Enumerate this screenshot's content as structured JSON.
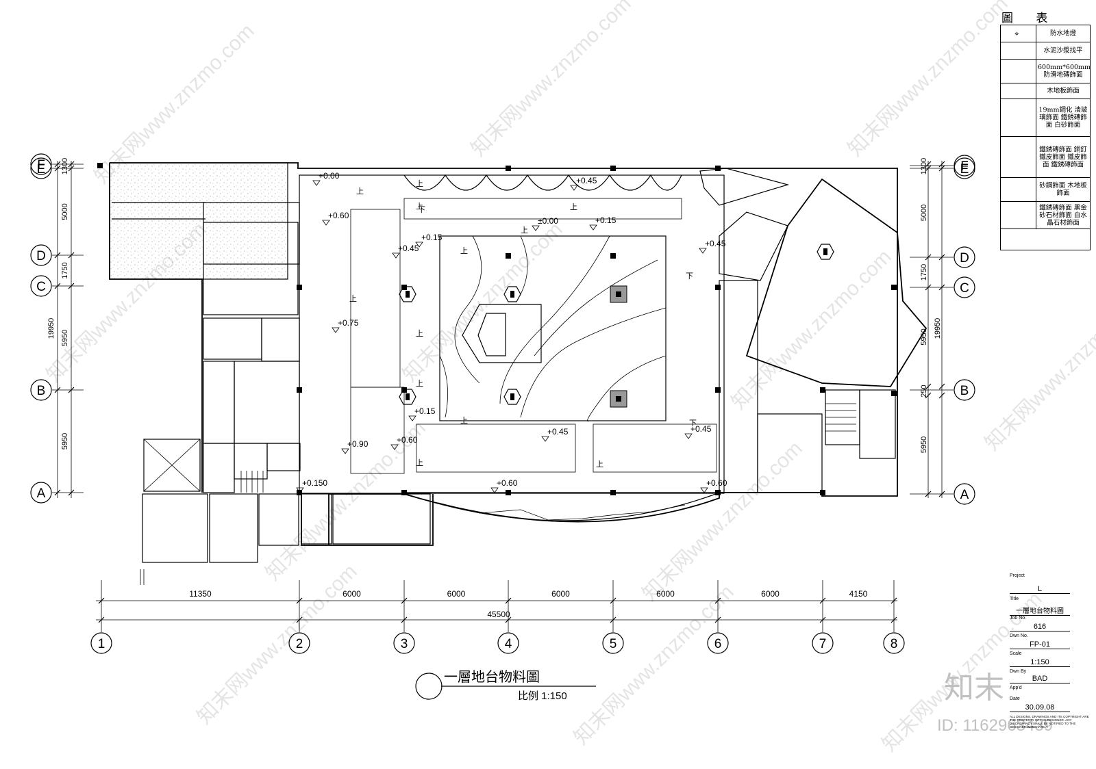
{
  "drawing": {
    "title": "一層地台物料圖",
    "scale_label": "比例  1:150"
  },
  "grid_rows": [
    "F",
    "E",
    "D",
    "C",
    "B",
    "A"
  ],
  "grid_cols": [
    "1",
    "2",
    "3",
    "4",
    "5",
    "6",
    "7",
    "8"
  ],
  "dims_bottom": [
    "11350",
    "6000",
    "6000",
    "6000",
    "6000",
    "6000",
    "4150"
  ],
  "dim_total": "45500",
  "dims_left": [
    "1300",
    "5000",
    "1750",
    "5950",
    "5950"
  ],
  "dim_left_total": "19950",
  "dims_right": [
    "1300",
    "5000",
    "1750",
    "5950",
    "250",
    "5950"
  ],
  "dim_right_total": "19950",
  "levels": [
    "+0.00",
    "+0.60",
    "+0.15",
    "+0.45",
    "+0.75",
    "+0.15",
    "+0.60",
    "+0.90",
    "+0.150",
    "+0.45",
    "±0.00",
    "+0.15",
    "+0.45",
    "+0.45",
    "+0.45",
    "+0.60",
    "+0.60"
  ],
  "stairs": {
    "up": "上",
    "down": "下"
  },
  "legend": {
    "title": "圖  表",
    "items": [
      "防水地燈",
      "水泥沙漿找平",
      "600mm*600mm 防滑地磚飾面",
      "木地板飾面",
      "19mm鋼化 清玻璃飾面 鐵銹磚飾面 白砂飾面",
      "鐵銹磚飾面 銅釘 鐵皮飾面 鐵皮飾面 鐵銹磚飾面",
      "砂鋼飾面 木地板飾面",
      "鐵銹磚飾面 黑金砂石材飾面 白水晶石材飾面"
    ]
  },
  "title_block": {
    "project_label": "Project",
    "project": "L",
    "title_label": "Title",
    "title": "一層地台物料圖",
    "job_label": "Job No.",
    "job": "616",
    "dwn_label": "Dwn No.",
    "dwn": "FP-01",
    "scale_label": "Scale",
    "scale": "1:150",
    "dwn_by_label": "Dwn By",
    "dwn_by": "BAD",
    "appd_label": "App'd",
    "date_label": "Date",
    "date": "30.09.08",
    "fine_print": "ALL DESIGNS, DRAWINGS AND ITS COPYRIGHT ARE THE PROPERTY OF THE DESIGNER. ANY DISCREPANCY SHALL BE NOTIFIED TO THE DESIGNER IMMEDIATELY."
  },
  "watermark": {
    "site": "www.znzmo.com",
    "brand": "知末网",
    "logo": "知末",
    "id": "ID: 1162963439"
  }
}
